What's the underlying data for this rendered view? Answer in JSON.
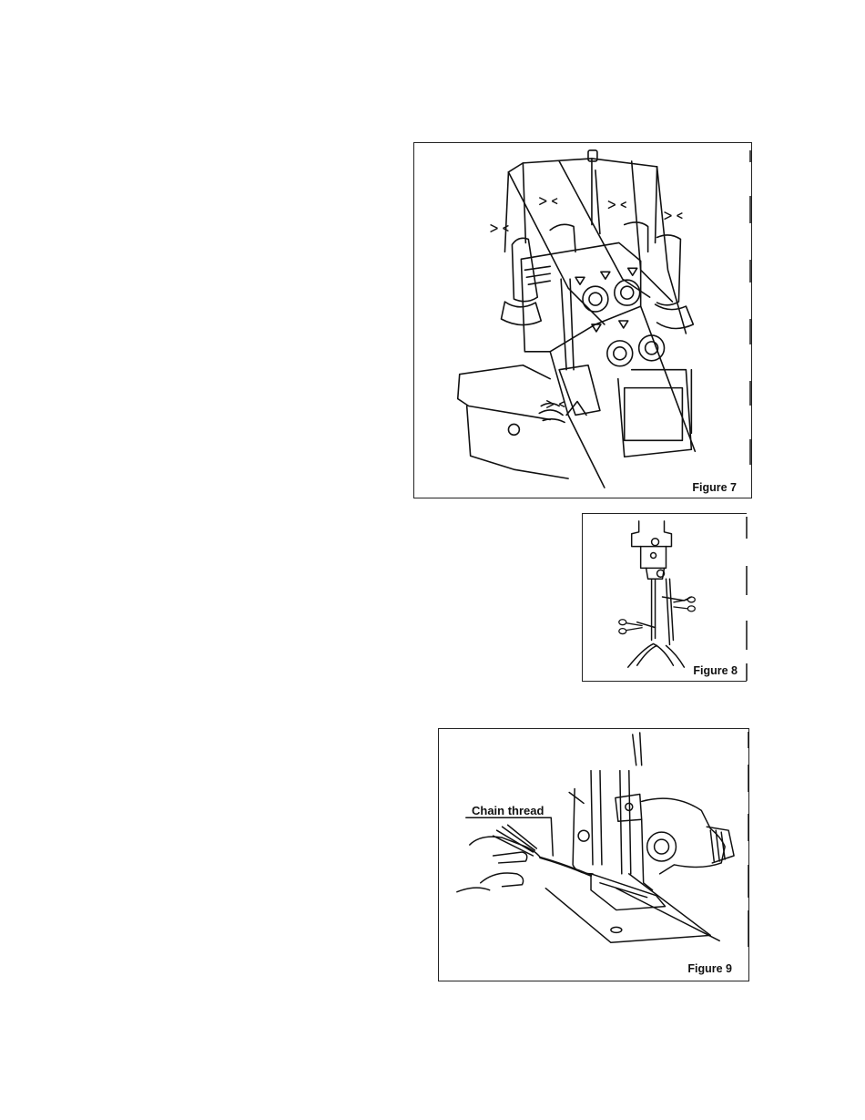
{
  "figures": {
    "figure7": {
      "caption": "Figure 7",
      "subject": "serger-machine-threaded"
    },
    "figure8": {
      "caption": "Figure 8",
      "subject": "needle-area-closeup"
    },
    "figure9": {
      "caption": "Figure 9",
      "subject": "presser-foot-chain-thread",
      "callout": "Chain thread"
    }
  }
}
